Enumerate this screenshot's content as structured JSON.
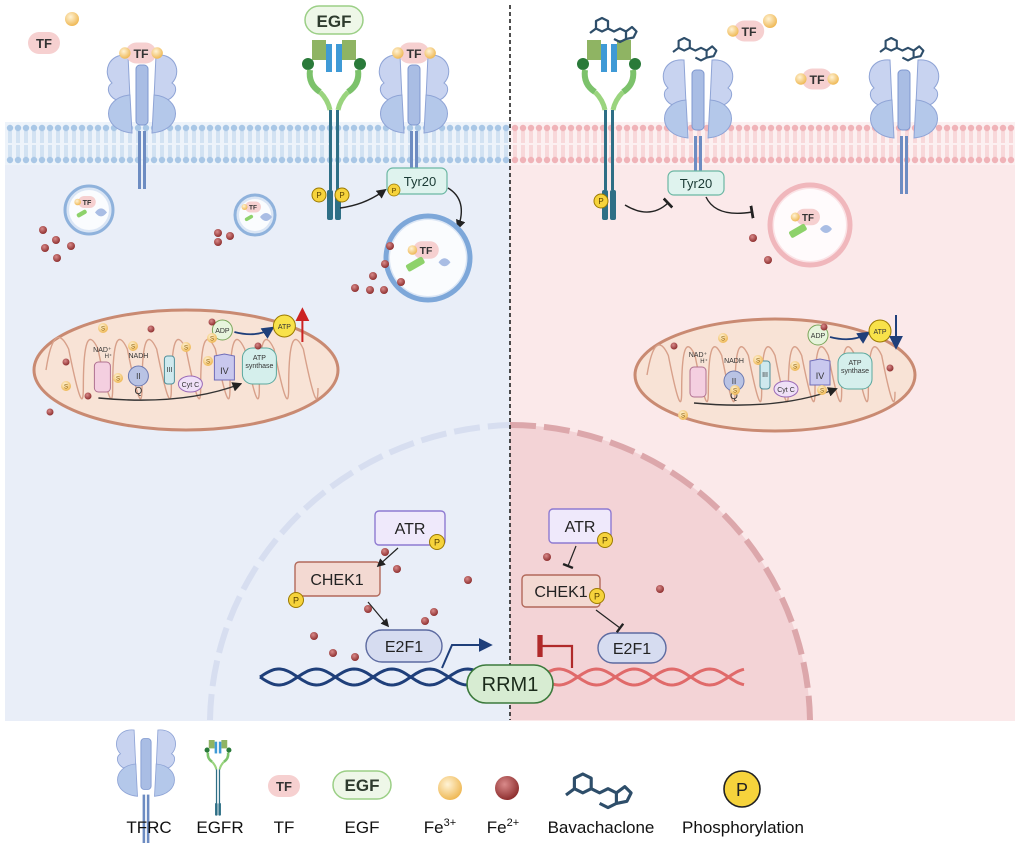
{
  "panels": {
    "left_tint": "#e9eef8",
    "right_tint": "#fbe9ea",
    "left_membrane": "#a9c7e6",
    "right_membrane": "#f0b3b8"
  },
  "molecules": {
    "tf": "TF",
    "egf": "EGF",
    "tyr20": "Tyr20",
    "p": "P",
    "atr": "ATR",
    "chek1": "CHEK1",
    "e2f1": "E2F1",
    "rrm1": "RRM1"
  },
  "mito": {
    "adp": "ADP",
    "atp": "ATP",
    "nad": "NAD⁺",
    "h": "H⁺",
    "nadh": "NADH",
    "ii": "II",
    "q": "Q",
    "iii": "III",
    "cytc": "Cyt C",
    "iv": "IV",
    "atp_synthase_1": "ATP",
    "atp_synthase_2": "synthase",
    "fe_s": "S"
  },
  "legend": {
    "tfrc": "TFRC",
    "egfr": "EGFR",
    "tf": "TF",
    "egf": "EGF",
    "fe3": "Fe",
    "fe3_sup": "3+",
    "fe2": "Fe",
    "fe2_sup": "2+",
    "bavachaclone": "Bavachaclone",
    "phosphorylation": "Phosphorylation"
  },
  "colors": {
    "tfrc": "#9fb6dc",
    "egfr": "#2e6f86",
    "egfr_green": "#7cc26b",
    "fe3": "#f3c779",
    "fe2": "#9b3a3a",
    "p": "#f6d33c",
    "dna_blue": "#1f3f7a",
    "dna_red": "#e06a6a",
    "mito_fill": "#f8e3d6",
    "mito_stroke": "#c98a72",
    "up_arrow": "#cc2222",
    "down_arrow": "#1f3f7a"
  }
}
